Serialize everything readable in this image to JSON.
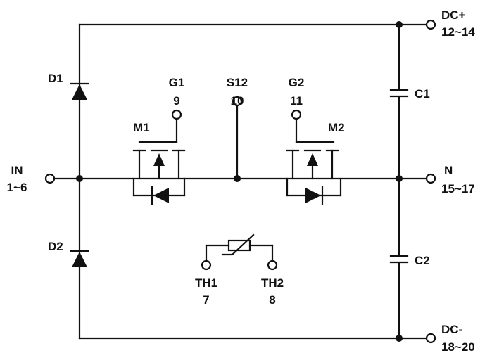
{
  "colors": {
    "line": "#111111",
    "background": "#ffffff"
  },
  "components": {
    "d1": "D1",
    "d2": "D2",
    "c1": "C1",
    "c2": "C2",
    "m1": "M1",
    "m2": "M2"
  },
  "terminals": {
    "dc_plus": {
      "name": "DC+",
      "pins": "12~14"
    },
    "in": {
      "name": "IN",
      "pins": "1~6"
    },
    "n": {
      "name": "N",
      "pins": "15~17"
    },
    "dc_minus": {
      "name": "DC-",
      "pins": "18~20"
    },
    "g1": {
      "name": "G1",
      "pins": "9"
    },
    "s12": {
      "name": "S12",
      "pins": "10"
    },
    "g2": {
      "name": "G2",
      "pins": "11"
    },
    "th1": {
      "name": "TH1",
      "pins": "7"
    },
    "th2": {
      "name": "TH2",
      "pins": "8"
    }
  }
}
